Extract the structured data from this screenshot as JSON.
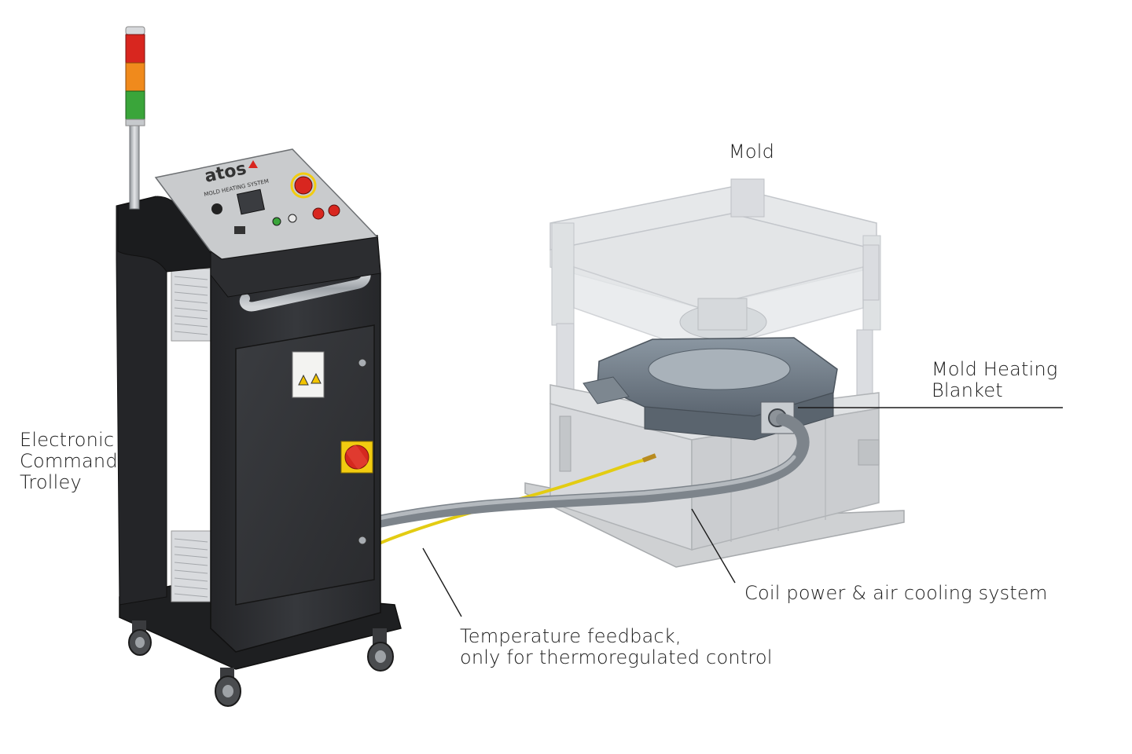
{
  "labels": {
    "mold": "Mold",
    "blanket": [
      "Mold Heating",
      "Blanket"
    ],
    "trolley": [
      "Electronic",
      "Command",
      "Trolley"
    ],
    "coil": "Coil power & air cooling system",
    "temperature": [
      "Temperature feedback,",
      "only for thermoregulated control"
    ]
  },
  "panel": {
    "brand": "atos",
    "title": "MOLD HEATING SYSTEM"
  },
  "colors": {
    "trolley_body": "#2f3033",
    "panel": "#c9cbcd",
    "beacon_red": "#d8261f",
    "beacon_orange": "#f08a1c",
    "beacon_green": "#3aa53a",
    "cable_grey": "#8a9098",
    "cable_yellow": "#e8d21a",
    "blanket": "#6e7a86",
    "mold_transparent": "#cfd3d8"
  }
}
